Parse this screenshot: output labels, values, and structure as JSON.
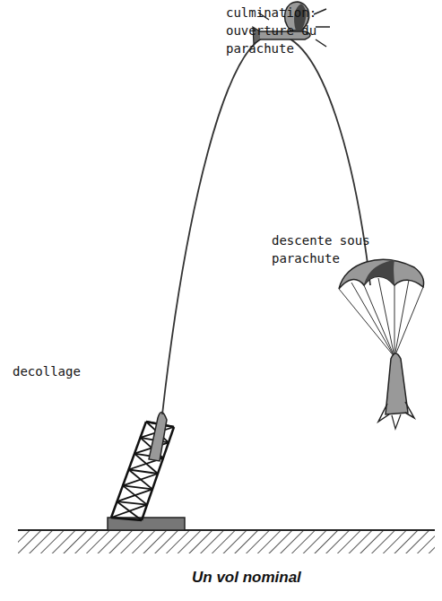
{
  "diagram": {
    "caption": "Un vol nominal",
    "labels": [
      "culmination: ouverture du parachute",
      "descente sous parachute",
      "decollage"
    ]
  }
}
